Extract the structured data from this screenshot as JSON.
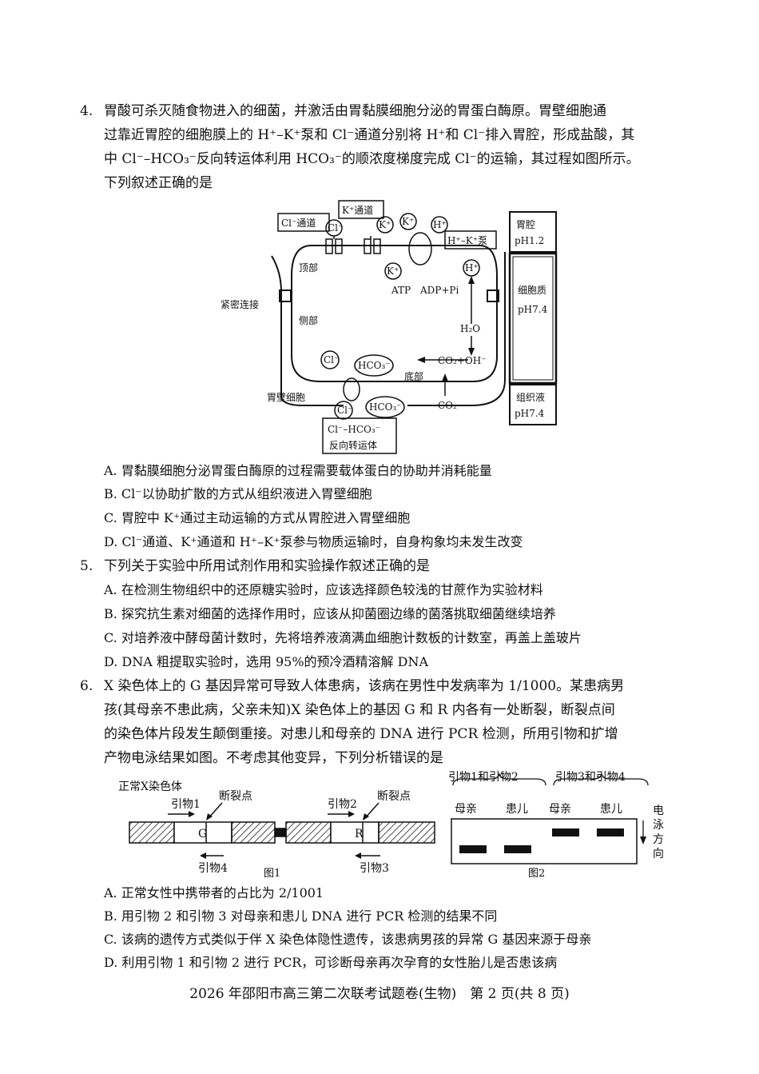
{
  "q4": {
    "number": "4.",
    "lines": [
      "胃酸可杀灭随食物进入的细菌，并激活由胃黏膜细胞分泌的胃蛋白酶原。胃壁细胞通",
      "过靠近胃腔的细胞膜上的 H⁺–K⁺泵和 Cl⁻通道分别将 H⁺和 Cl⁻排入胃腔，形成盐酸，其",
      "中 Cl⁻–HCO₃⁻反向转运体利用 HCO₃⁻的顺浓度梯度完成 Cl⁻的运输，其过程如图所示。",
      "下列叙述正确的是"
    ],
    "diagram": {
      "cl_channel": "Cl⁻通道",
      "k_channel": "K⁺通道",
      "hk_pump": "H⁺–K⁺泵",
      "cl_ion": "Cl⁻",
      "k_ion": "K⁺",
      "h_ion": "H⁺",
      "hco3_ion": "HCO₃⁻",
      "apical": "顶部",
      "tight_junction": "紧密连接",
      "lateral": "侧部",
      "basal": "底部",
      "parietal_cell": "胃壁细胞",
      "atp": "ATP",
      "adp": "ADP+Pi",
      "h2o": "H₂O",
      "co2_oh": "CO₂+OH⁻",
      "co2": "CO₂",
      "antiporter_1": "Cl⁻–HCO₃⁻",
      "antiporter_2": "反向转运体",
      "lumen": "胃腔",
      "lumen_ph": "pH1.2",
      "cytoplasm": "细胞质",
      "cytoplasm_ph": "pH7.4",
      "tissue_fluid": "组织液",
      "tissue_ph": "pH7.4"
    },
    "options": [
      "A.  胃黏膜细胞分泌胃蛋白酶原的过程需要载体蛋白的协助并消耗能量",
      "B.  Cl⁻以协助扩散的方式从组织液进入胃壁细胞",
      "C.  胃腔中 K⁺通过主动运输的方式从胃腔进入胃壁细胞",
      "D.  Cl⁻通道、K⁺通道和 H⁺–K⁺泵参与物质运输时，自身构象均未发生改变"
    ]
  },
  "q5": {
    "number": "5.",
    "lines": [
      "下列关于实验中所用试剂作用和实验操作叙述正确的是"
    ],
    "options": [
      "A.  在检测生物组织中的还原糖实验时，应该选择颜色较浅的甘蔗作为实验材料",
      "B.  探究抗生素对细菌的选择作用时，应该从抑菌圈边缘的菌落挑取细菌继续培养",
      "C.  对培养液中酵母菌计数时，先将培养液滴满血细胞计数板的计数室，再盖上盖玻片",
      "D.  DNA 粗提取实验时，选用 95%的预冷酒精溶解 DNA"
    ]
  },
  "q6": {
    "number": "6.",
    "lines": [
      "X 染色体上的 G 基因异常可导致人体患病，该病在男性中发病率为 1/1000。某患病男",
      "孩(其母亲不患此病，父亲未知)X 染色体上的基因 G 和 R 内各有一处断裂，断裂点间",
      "的染色体片段发生颠倒重接。对患儿和母亲的 DNA 进行 PCR 检测，所用引物和扩增",
      "产物电泳结果如图。不考虑其他变异，下列分析错误的是"
    ],
    "fig1": {
      "title": "正常X染色体",
      "primer1": "引物1",
      "primer2": "引物2",
      "primer3": "引物3",
      "primer4": "引物4",
      "break1": "断裂点",
      "break2": "断裂点",
      "gene_g": "G",
      "gene_r": "R",
      "caption": "图1"
    },
    "fig2": {
      "group1": "引物1和引物2",
      "group2": "引物3和引物4",
      "mother1": "母亲",
      "child1": "患儿",
      "mother2": "母亲",
      "child2": "患儿",
      "direction": [
        "电",
        "泳",
        "方",
        "向"
      ],
      "caption": "图2"
    },
    "options": [
      "A.  正常女性中携带者的占比为 2/1001",
      "B.  用引物 2 和引物 3 对母亲和患儿 DNA 进行 PCR 检测的结果不同",
      "C.  该病的遗传方式类似于伴 X 染色体隐性遗传，该患病男孩的异常 G 基因来源于母亲",
      "D.  利用引物 1 和引物 2 进行 PCR，可诊断母亲再次孕育的女性胎儿是否患该病"
    ]
  },
  "footer": "2026 年邵阳市高三第二次联考试题卷(生物)　第 2 页(共 8 页)"
}
